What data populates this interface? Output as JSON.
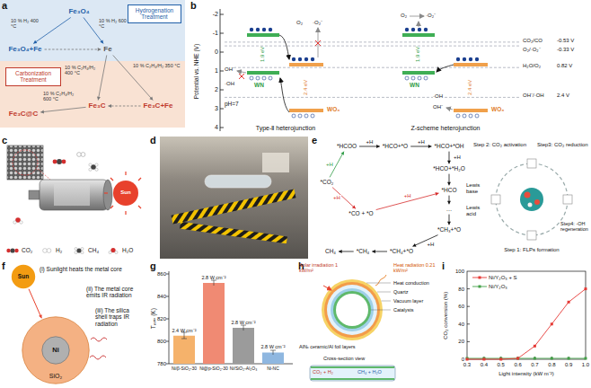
{
  "diagram": {
    "nodes": [
      {
        "text": [
          "Fe₃O₄"
        ]
      },
      {
        "text": [
          "Hydrogenation Treatment"
        ]
      },
      {
        "text": [
          "Fe₃O₄+Fe"
        ]
      },
      {
        "text": [
          "Fe"
        ]
      },
      {
        "text": [
          "Carbonization Treatment"
        ]
      },
      {
        "text": [
          "Fe₃C@C"
        ]
      },
      {
        "text": [
          "Fe₃C"
        ]
      },
      {
        "text": [
          "Fe₃C+Fe"
        ]
      },
      {
        "text": [
          "*CO₂"
        ]
      },
      {
        "text": [
          "*HCOO"
        ]
      },
      {
        "text": [
          "*HCO+*O"
        ]
      },
      {
        "text": [
          "*HCO+*OH"
        ]
      },
      {
        "text": [
          "*CO + *O"
        ]
      },
      {
        "text": [
          "*HCO+*H₂O"
        ]
      },
      {
        "text": [
          "*HCO"
        ]
      },
      {
        "text": [
          "…"
        ]
      },
      {
        "text": [
          "*CH₃+*O"
        ]
      },
      {
        "text": [
          "*CH₄+*O"
        ]
      },
      {
        "text": [
          "*CH₄"
        ]
      },
      {
        "text": [
          "CH₄"
        ]
      },
      {
        "text": [
          "Sun"
        ]
      },
      {
        "text": [
          "SiO₂"
        ]
      },
      {
        "text": [
          "Ni"
        ],
        "in": 21
      }
    ],
    "edges": [
      {
        "from": 0,
        "to": 2,
        "arrow": "to",
        "label": "10 % H₂ 400 °C"
      },
      {
        "from": 0,
        "to": 3,
        "arrow": "to",
        "label": "10 % H₂ 600 °C"
      },
      {
        "from": 2,
        "to": 3,
        "arrow": "to"
      },
      {
        "from": 3,
        "to": 6,
        "arrow": "to",
        "label": "10 % C₂H₄/H₂ 400 °C"
      },
      {
        "from": 3,
        "to": 7,
        "arrow": "to",
        "label": "10 % C₂H₄/H₂ 350 °C"
      },
      {
        "from": 7,
        "to": 6,
        "arrow": "to"
      },
      {
        "from": 6,
        "to": 5,
        "arrow": "to",
        "label": "10 % C₂H₄/H₂ 600 °C"
      },
      {
        "from": 8,
        "to": 9,
        "arrow": "to",
        "label": "+H"
      },
      {
        "from": 9,
        "to": 10,
        "arrow": "to",
        "label": "+H"
      },
      {
        "from": 10,
        "to": 11,
        "arrow": "to",
        "label": "+H"
      },
      {
        "from": 11,
        "to": 13,
        "arrow": "to",
        "label": "+H"
      },
      {
        "from": 13,
        "to": 14,
        "arrow": "to"
      },
      {
        "from": 14,
        "to": 15,
        "arrow": "to"
      },
      {
        "from": 15,
        "to": 16,
        "arrow": "to"
      },
      {
        "from": 16,
        "to": 17,
        "arrow": "to",
        "label": "+H"
      },
      {
        "from": 17,
        "to": 18,
        "arrow": "to"
      },
      {
        "from": 18,
        "to": 19,
        "arrow": "to"
      },
      {
        "from": 8,
        "to": 12,
        "arrow": "to",
        "label": "+H"
      },
      {
        "from": 12,
        "to": 14,
        "arrow": "to",
        "label": "+H"
      },
      {
        "from": 20,
        "to": 21,
        "arrow": "to"
      }
    ],
    "labels": [
      "a",
      "b",
      "Potential vs. NHE (V)",
      "-2",
      "-1",
      "0",
      "1",
      "2",
      "3",
      "4",
      "pH=7",
      "CO₂/CO",
      "-0.53 V",
      "O₂/·O₂⁻",
      "-0.33 V",
      "H₂O/O₂",
      "0.82 V",
      "OH⁻/·OH",
      "2.4 V",
      "1.9 eV",
      "WN",
      "2.4 eV",
      "WO₃",
      "O₂",
      "·O₂⁻",
      "OH⁻",
      "·OH",
      "1.9 eV",
      "WN",
      "2.4 eV",
      "WO₃",
      "O₂",
      "·O₂⁻",
      "·OH",
      "OH⁻",
      "Type-Ⅱ heterojunction",
      "Z-scheme heterojunction",
      "c",
      "Sun",
      "d",
      "e",
      "f",
      "g",
      "h",
      "i",
      "Step 1: FLPs formation",
      "Step 2: CO₂ activation",
      "Step3: CO₂ reduction",
      "Step4: -OH regeneration",
      "Lewis base",
      "Lewis acid",
      "(i) Sunlight heats the metal core",
      "(ii) The metal core emits IR radiation",
      "(iii) The silica shell traps IR radiation",
      "2.4 W cm⁻²",
      "2.8 W cm⁻²",
      "2.8 W cm⁻²",
      "2.8 W cm⁻²",
      "Ni/β-SiO₂-30",
      "Ni@p-SiO₂-30",
      "Ni/SiO₂-Al₂O₃",
      "Ni-NC",
      "Tₘₐₓ (K)",
      "780",
      "800",
      "820",
      "840",
      "860",
      "Solar irradiation 1 kW/m²",
      "Heat radiation 0.21 kW/m²",
      "Heat conduction",
      "Quartz",
      "Vacuum layer",
      "Catalysts",
      "AlNₓ ceramic/Al foil layers",
      "Cross-section view",
      "CO₂ + H₂",
      "CH₄ + H₂O",
      "CO₂ conversion (%)",
      "0",
      "20",
      "40",
      "60",
      "80",
      "100",
      "0.3",
      "0.4",
      "0.5",
      "0.6",
      "0.7",
      "0.8",
      "0.9",
      "1.0",
      "Light intensity (kW m⁻²)"
    ],
    "legend": [
      {
        "text": "CO₂"
      },
      {
        "text": "H₂"
      },
      {
        "text": "CH₄"
      },
      {
        "text": "H₂O"
      },
      {
        "text": "Ni/Y₂O₃ + S"
      },
      {
        "text": "Ni/Y₂O₃"
      }
    ]
  }
}
